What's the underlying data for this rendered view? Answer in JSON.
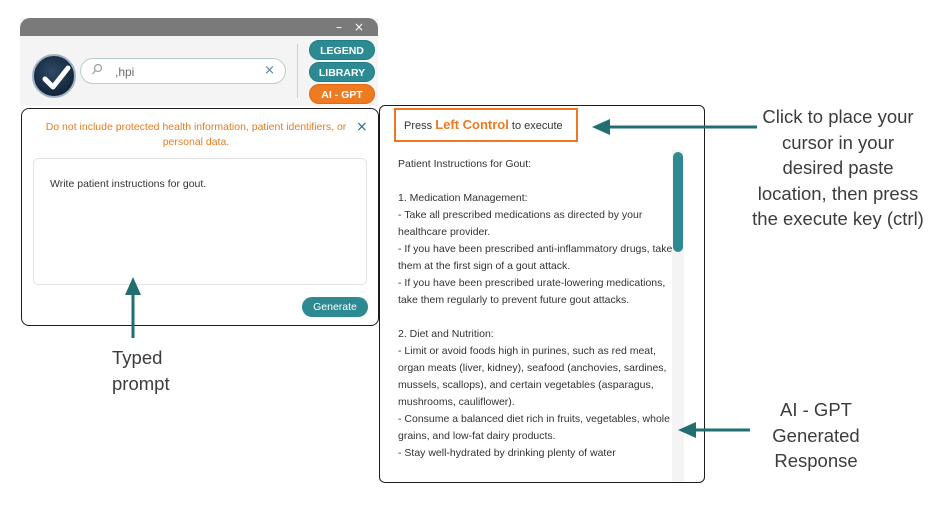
{
  "window": {
    "minimize": "–",
    "close": "×"
  },
  "toolbar": {
    "search_value": ",hpi",
    "search_clear": "×",
    "legend_label": "LEGEND",
    "library_label": "LIBRARY",
    "aigpt_label": "AI - GPT"
  },
  "prompt_dialog": {
    "warning": "Do not include protected health information, patient identifiers, or personal data.",
    "close": "×",
    "prompt_text": "Write patient instructions for gout.",
    "generate_label": "Generate"
  },
  "response": {
    "hint_prefix": "Press",
    "hint_key": "Left Control",
    "hint_suffix": "to execute",
    "lines": [
      "Patient Instructions for Gout:",
      "",
      "1. Medication Management:",
      "- Take all prescribed medications as directed by your healthcare provider.",
      "- If you have been prescribed anti-inflammatory drugs, take them at the first sign of a gout attack.",
      "- If you have been prescribed urate-lowering medications, take them regularly to prevent future gout attacks.",
      "",
      "2. Diet and Nutrition:",
      "- Limit or avoid foods high in purines, such as red meat, organ meats (liver, kidney), seafood (anchovies, sardines, mussels, scallops), and certain vegetables (asparagus, mushrooms, cauliflower).",
      "- Consume a balanced diet rich in fruits, vegetables, whole grains, and low-fat dairy products.",
      "- Stay well-hydrated by drinking plenty of water"
    ]
  },
  "annotations": {
    "click_note": "Click to place your cursor in your desired paste location, then press the execute key (ctrl)",
    "typed_note": "Typed prompt",
    "ai_note": "AI - GPT Generated Response"
  },
  "colors": {
    "teal": "#2e8a92",
    "orange": "#ee7a22",
    "arrow": "#226f72"
  },
  "icons": [
    "check-logo-icon",
    "search-icon",
    "clear-icon",
    "close-icon",
    "minimize-icon"
  ]
}
